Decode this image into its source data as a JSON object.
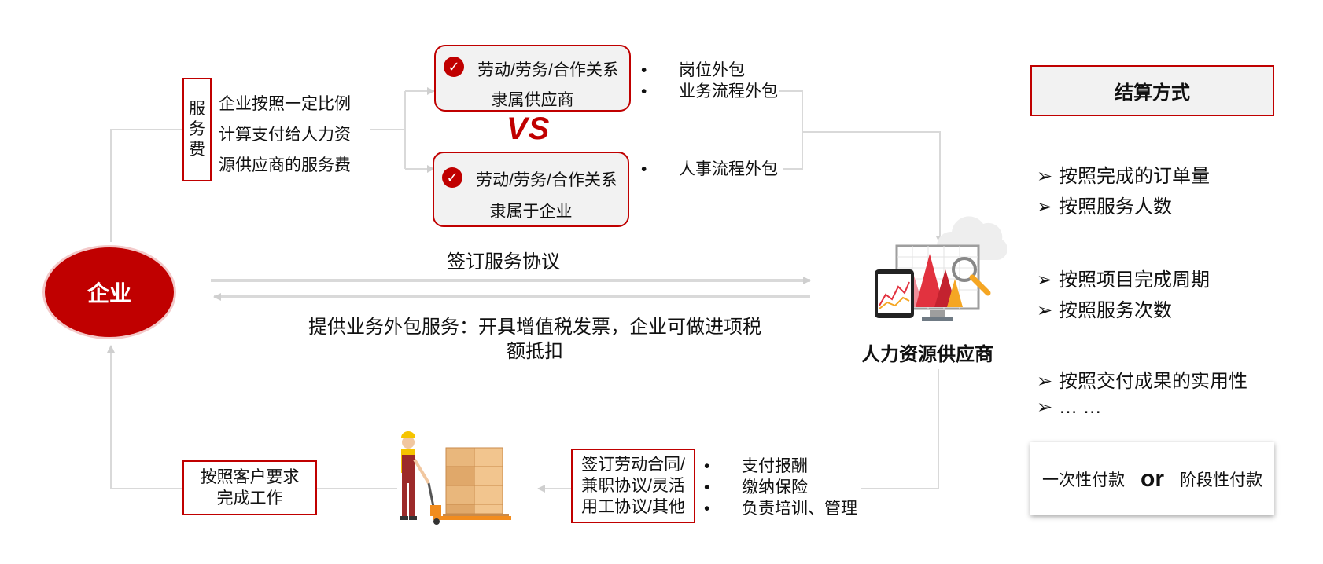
{
  "enterprise": {
    "label": "企业"
  },
  "service_fee": {
    "box_label": "服务费",
    "lines": [
      "企业按照一定比例",
      "计算支付给人力资",
      "源供应商的服务费"
    ]
  },
  "relation_top": {
    "line1": "劳动/劳务/合作关系",
    "line2": "隶属供应商"
  },
  "relation_bottom": {
    "line1": "劳动/劳务/合作关系",
    "line2": "隶属于企业"
  },
  "vs": "VS",
  "outsourcing_top": {
    "bullet": "•",
    "items": [
      "岗位外包",
      "业务流程外包"
    ]
  },
  "outsourcing_bottom": {
    "bullet": "•",
    "items": [
      "人事流程外包"
    ]
  },
  "agreement_label": "签订服务协议",
  "service_text": [
    "提供业务外包服务：开具增值税发票，企业可做进项税",
    "额抵扣"
  ],
  "provider": {
    "label": "人力资源供应商"
  },
  "settlement": {
    "title": "结算方式",
    "arrow": "➢",
    "items": [
      "按照完成的订单量",
      "按照服务人数",
      "按照项目完成周期",
      "按照服务次数",
      "按照交付成果的实用性",
      "… …"
    ]
  },
  "payment": {
    "left": "一次性付款",
    "or": "or",
    "right": "阶段性付款"
  },
  "customer_request": [
    "按照客户要求",
    "完成工作"
  ],
  "contract": [
    "签订劳动合同/",
    "兼职协议/灵活",
    "用工协议/其他"
  ],
  "duties": {
    "bullet": "•",
    "items": [
      "支付报酬",
      "缴纳保险",
      "负责培训、管理"
    ]
  },
  "colors": {
    "accent": "#c00000",
    "line": "#d9d9d9",
    "box_fill": "#f2f2f2"
  }
}
